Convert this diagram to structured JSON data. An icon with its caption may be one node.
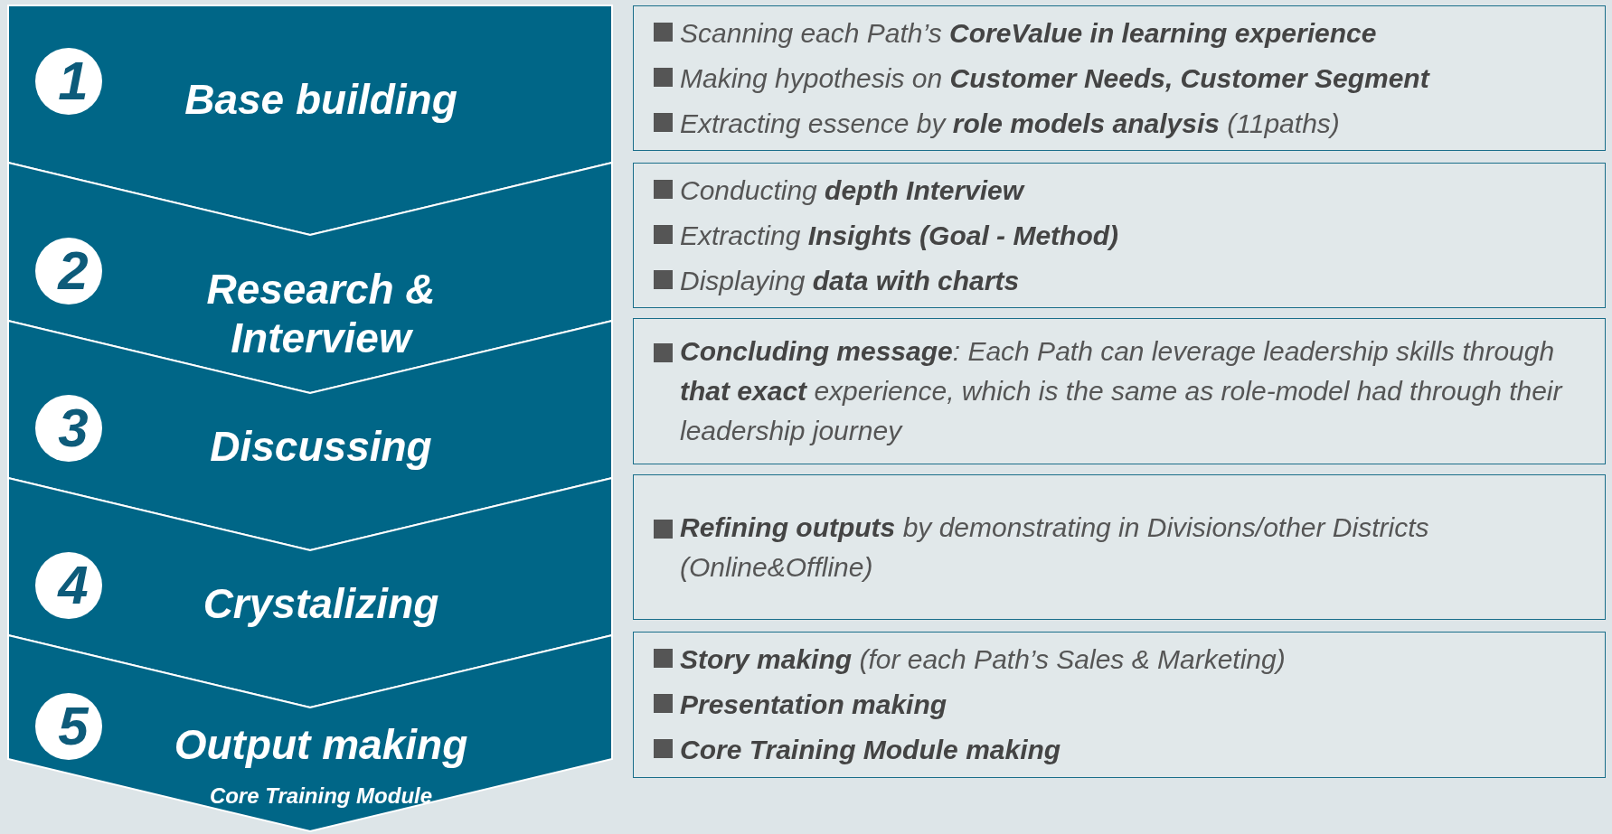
{
  "diagram": {
    "nodes": [
      {
        "text": [
          "1",
          "Base building"
        ]
      },
      {
        "text": [
          "2",
          "Research & Interview"
        ]
      },
      {
        "text": [
          "3",
          "Discussing"
        ]
      },
      {
        "text": [
          "4",
          "Crystalizing"
        ]
      },
      {
        "text": [
          "5",
          "Output making",
          "Core Training Module"
        ]
      },
      {
        "text": [
          "Scanning each Path’s **CoreValue in learning experience**",
          "Making hypothesis on **Customer Needs, Customer Segment**",
          "Extracting essence by **role models analysis** (11paths)"
        ]
      },
      {
        "text": [
          "Conducting **depth Interview**",
          "Extracting **Insights (Goal - Method)**",
          "Displaying **data with charts**"
        ]
      },
      {
        "text": [
          "**Concluding message**: Each Path can leverage leadership skills through **that exact** experience, which is the same as role-model had through their leadership journey"
        ]
      },
      {
        "text": [
          "**Refining outputs** by demonstrating in Divisions/other Districts (Online&Offline)"
        ]
      },
      {
        "text": [
          "**Story making** (for each Path’s Sales & Marketing)",
          "**Presentation making**",
          "**Core Training Module making**"
        ]
      }
    ]
  }
}
